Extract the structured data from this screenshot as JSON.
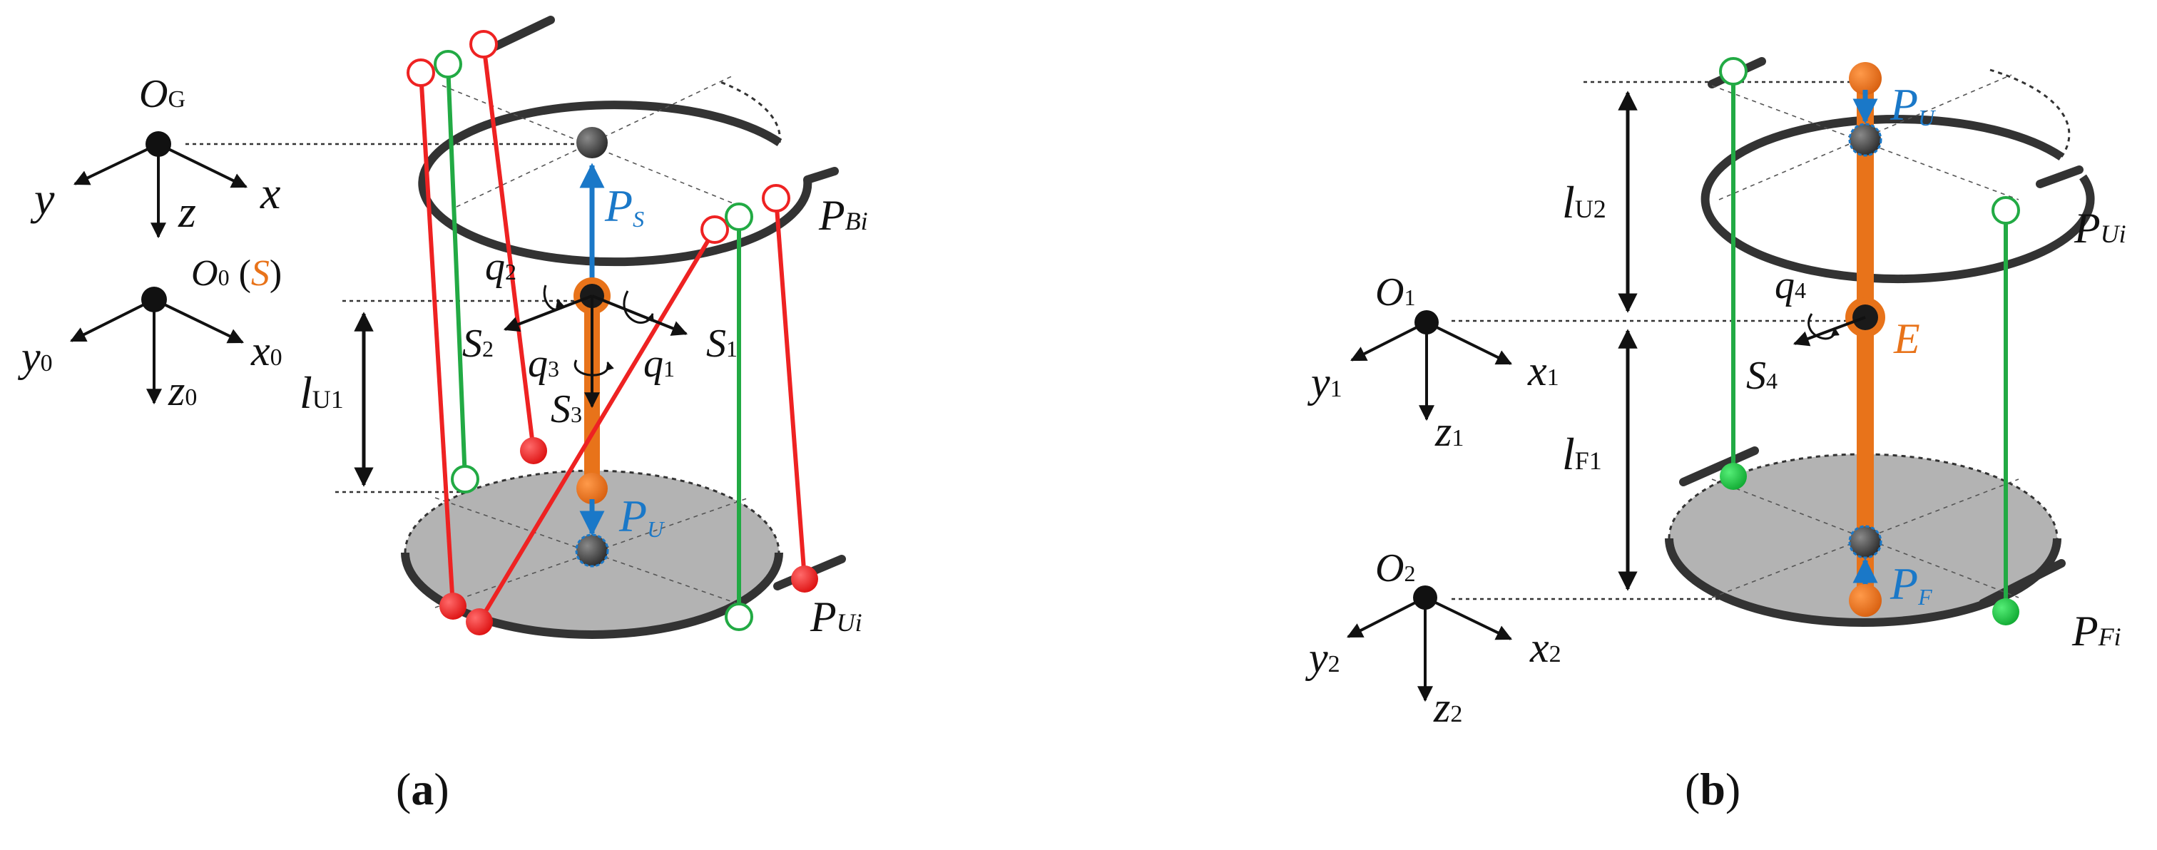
{
  "colors": {
    "body": "#444444",
    "ring": "#333333",
    "base_fill": "#b3b3b3",
    "red_link": "#ee2222",
    "green_link": "#22aa44",
    "orange_link": "#e8731a",
    "blue_vector": "#1a78c8",
    "arrow": "#111111"
  },
  "panel_a": {
    "frame_global": {
      "origin": "O",
      "origin_sub": "G",
      "x": "x",
      "y": "y",
      "z": "z"
    },
    "frame_0": {
      "origin": "O",
      "origin_sub": "0",
      "paren_open": " (",
      "paren_mid": "S",
      "paren_close": ")",
      "x": "x",
      "x_sub": "0",
      "y": "y",
      "y_sub": "0",
      "z": "z",
      "z_sub": "0"
    },
    "vector_top": {
      "main": "P",
      "sub": "S"
    },
    "vector_bottom": {
      "main": "P",
      "sub": "U"
    },
    "joint_top": {
      "main": "P",
      "sub": "Bi"
    },
    "joint_bottom": {
      "main": "P",
      "sub": "Ui"
    },
    "length": {
      "main": "l",
      "sub": "U1"
    },
    "q1": {
      "main": "q",
      "sub": "1"
    },
    "q2": {
      "main": "q",
      "sub": "2"
    },
    "q3": {
      "main": "q",
      "sub": "3"
    },
    "s1": {
      "main": "S",
      "sub": "1"
    },
    "s2": {
      "main": "S",
      "sub": "2"
    },
    "s3": {
      "main": "S",
      "sub": "3"
    },
    "caption": {
      "open": "(",
      "letter": "a",
      "close": ")"
    }
  },
  "panel_b": {
    "frame_1": {
      "origin": "O",
      "origin_sub": "1",
      "x": "x",
      "x_sub": "1",
      "y": "y",
      "y_sub": "1",
      "z": "z",
      "z_sub": "1"
    },
    "frame_2": {
      "origin": "O",
      "origin_sub": "2",
      "x": "x",
      "x_sub": "2",
      "y": "y",
      "y_sub": "2",
      "z": "z",
      "z_sub": "2"
    },
    "vector_top": {
      "main": "P",
      "sub": "U"
    },
    "vector_bottom": {
      "main": "P",
      "sub": "F"
    },
    "joint_top": {
      "main": "P",
      "sub": "Ui"
    },
    "joint_bottom": {
      "main": "P",
      "sub": "Fi"
    },
    "length_top": {
      "main": "l",
      "sub": "U2"
    },
    "length_bottom": {
      "main": "l",
      "sub": "F1"
    },
    "q4": {
      "main": "q",
      "sub": "4"
    },
    "s4": {
      "main": "S",
      "sub": "4"
    },
    "e_label": "E",
    "caption": {
      "open": "(",
      "letter": "b",
      "close": ")"
    }
  }
}
